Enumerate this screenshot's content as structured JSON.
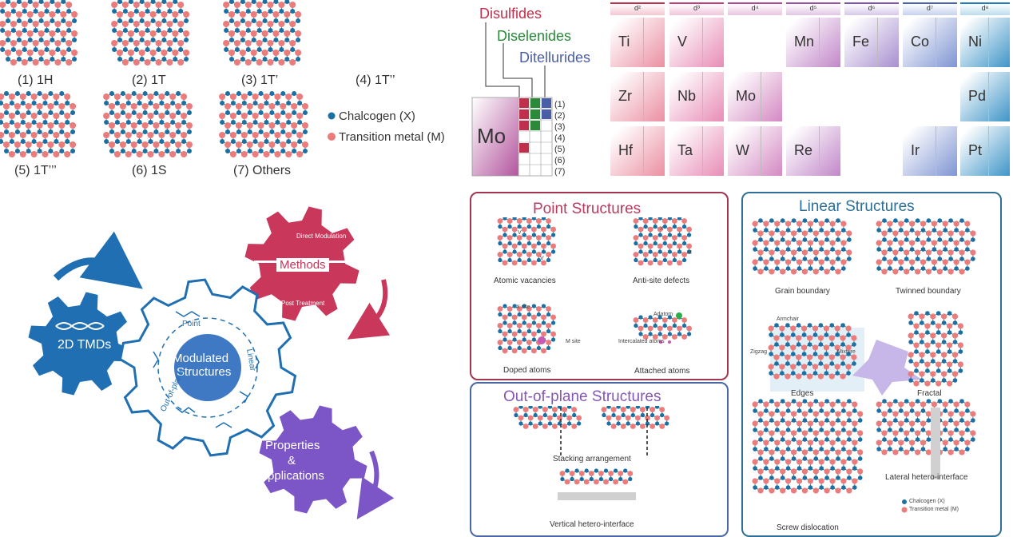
{
  "polytypes": {
    "items": [
      {
        "label": "(1) 1H"
      },
      {
        "label": "(2) 1T"
      },
      {
        "label": "(3) 1T’"
      },
      {
        "label": "(4) 1T’’"
      },
      {
        "label": "(5) 1T’’’"
      },
      {
        "label": "(6) 1S"
      },
      {
        "label": "(7) Others"
      }
    ],
    "legend": {
      "chalcogen": "Chalcogen (X)",
      "metal": "Transition metal (M)"
    }
  },
  "periodic": {
    "families": {
      "sulfides": "Disulfides",
      "selenides": "Diselenides",
      "tellurides": "Ditellurides"
    },
    "example": "Mo",
    "rows": [
      "(1)",
      "(2)",
      "(3)",
      "(4)",
      "(5)",
      "(6)",
      "(7)"
    ],
    "d_headers": [
      "d²",
      "d³",
      "d⁴",
      "d⁵",
      "d⁶",
      "d⁷",
      "d⁸"
    ],
    "elements": [
      "Ti",
      "V",
      "Mn",
      "Fe",
      "Co",
      "Ni",
      "Zr",
      "Nb",
      "Mo",
      "Pd",
      "Hf",
      "Ta",
      "W",
      "Re",
      "Ir",
      "Pt"
    ]
  },
  "gears": {
    "tmds": "2D TMDs",
    "methods": "Methods",
    "direct": "Direct Modulation",
    "post": "Post Treatment",
    "center_line1": "Modulated",
    "center_line2": "Structures",
    "point": "Point",
    "linear": "Linear",
    "outplane": "Out-of-plane",
    "props_line1": "Properties",
    "props_line2": "&",
    "props_line3": "Applications"
  },
  "point_panel": {
    "title": "Point Structures",
    "captions": [
      "Atomic vacancies",
      "Anti-site defects",
      "Doped atoms",
      "Attached atoms"
    ],
    "labels": {
      "xsite": "X site",
      "msite": "M site",
      "adatom": "Adatom",
      "intercalated": "Intercalated atoms",
      "vx": "V",
      "vm": "V",
      "mx": "M",
      "xm": "X"
    }
  },
  "out_panel": {
    "title": "Out-of-plane Structures",
    "captions": [
      "Stacking arrangement",
      "Vertical hetero-interface"
    ]
  },
  "linear_panel": {
    "title": "Linear Structures",
    "captions": [
      "Grain boundary",
      "Twinned boundary",
      "Edges",
      "Fractal",
      "Lateral hetero-interface",
      "Screw dislocation"
    ],
    "edge_labels": {
      "armchair": "Armchair",
      "zigzag": "Zigzag",
      "mixture": "Mixture"
    },
    "legend": {
      "chalcogen": "Chalcogen (X)",
      "metal": "Transition metal (M)"
    }
  },
  "colors": {
    "chalcogen": "#1b6fa3",
    "metal": "#ec7b7b",
    "point_border": "#a23550",
    "point_title": "#b83b5e",
    "out_border": "#4a67a6",
    "out_title": "#8657b5",
    "linear_border": "#2f6f96",
    "linear_title": "#2d6e97",
    "gear_blue": "#1f6fb2",
    "gear_red": "#c9375a",
    "gear_purple": "#7c55c6",
    "sulfide": "#c0304d",
    "selenide": "#2a8a3a",
    "telluride": "#4a5ea8"
  }
}
